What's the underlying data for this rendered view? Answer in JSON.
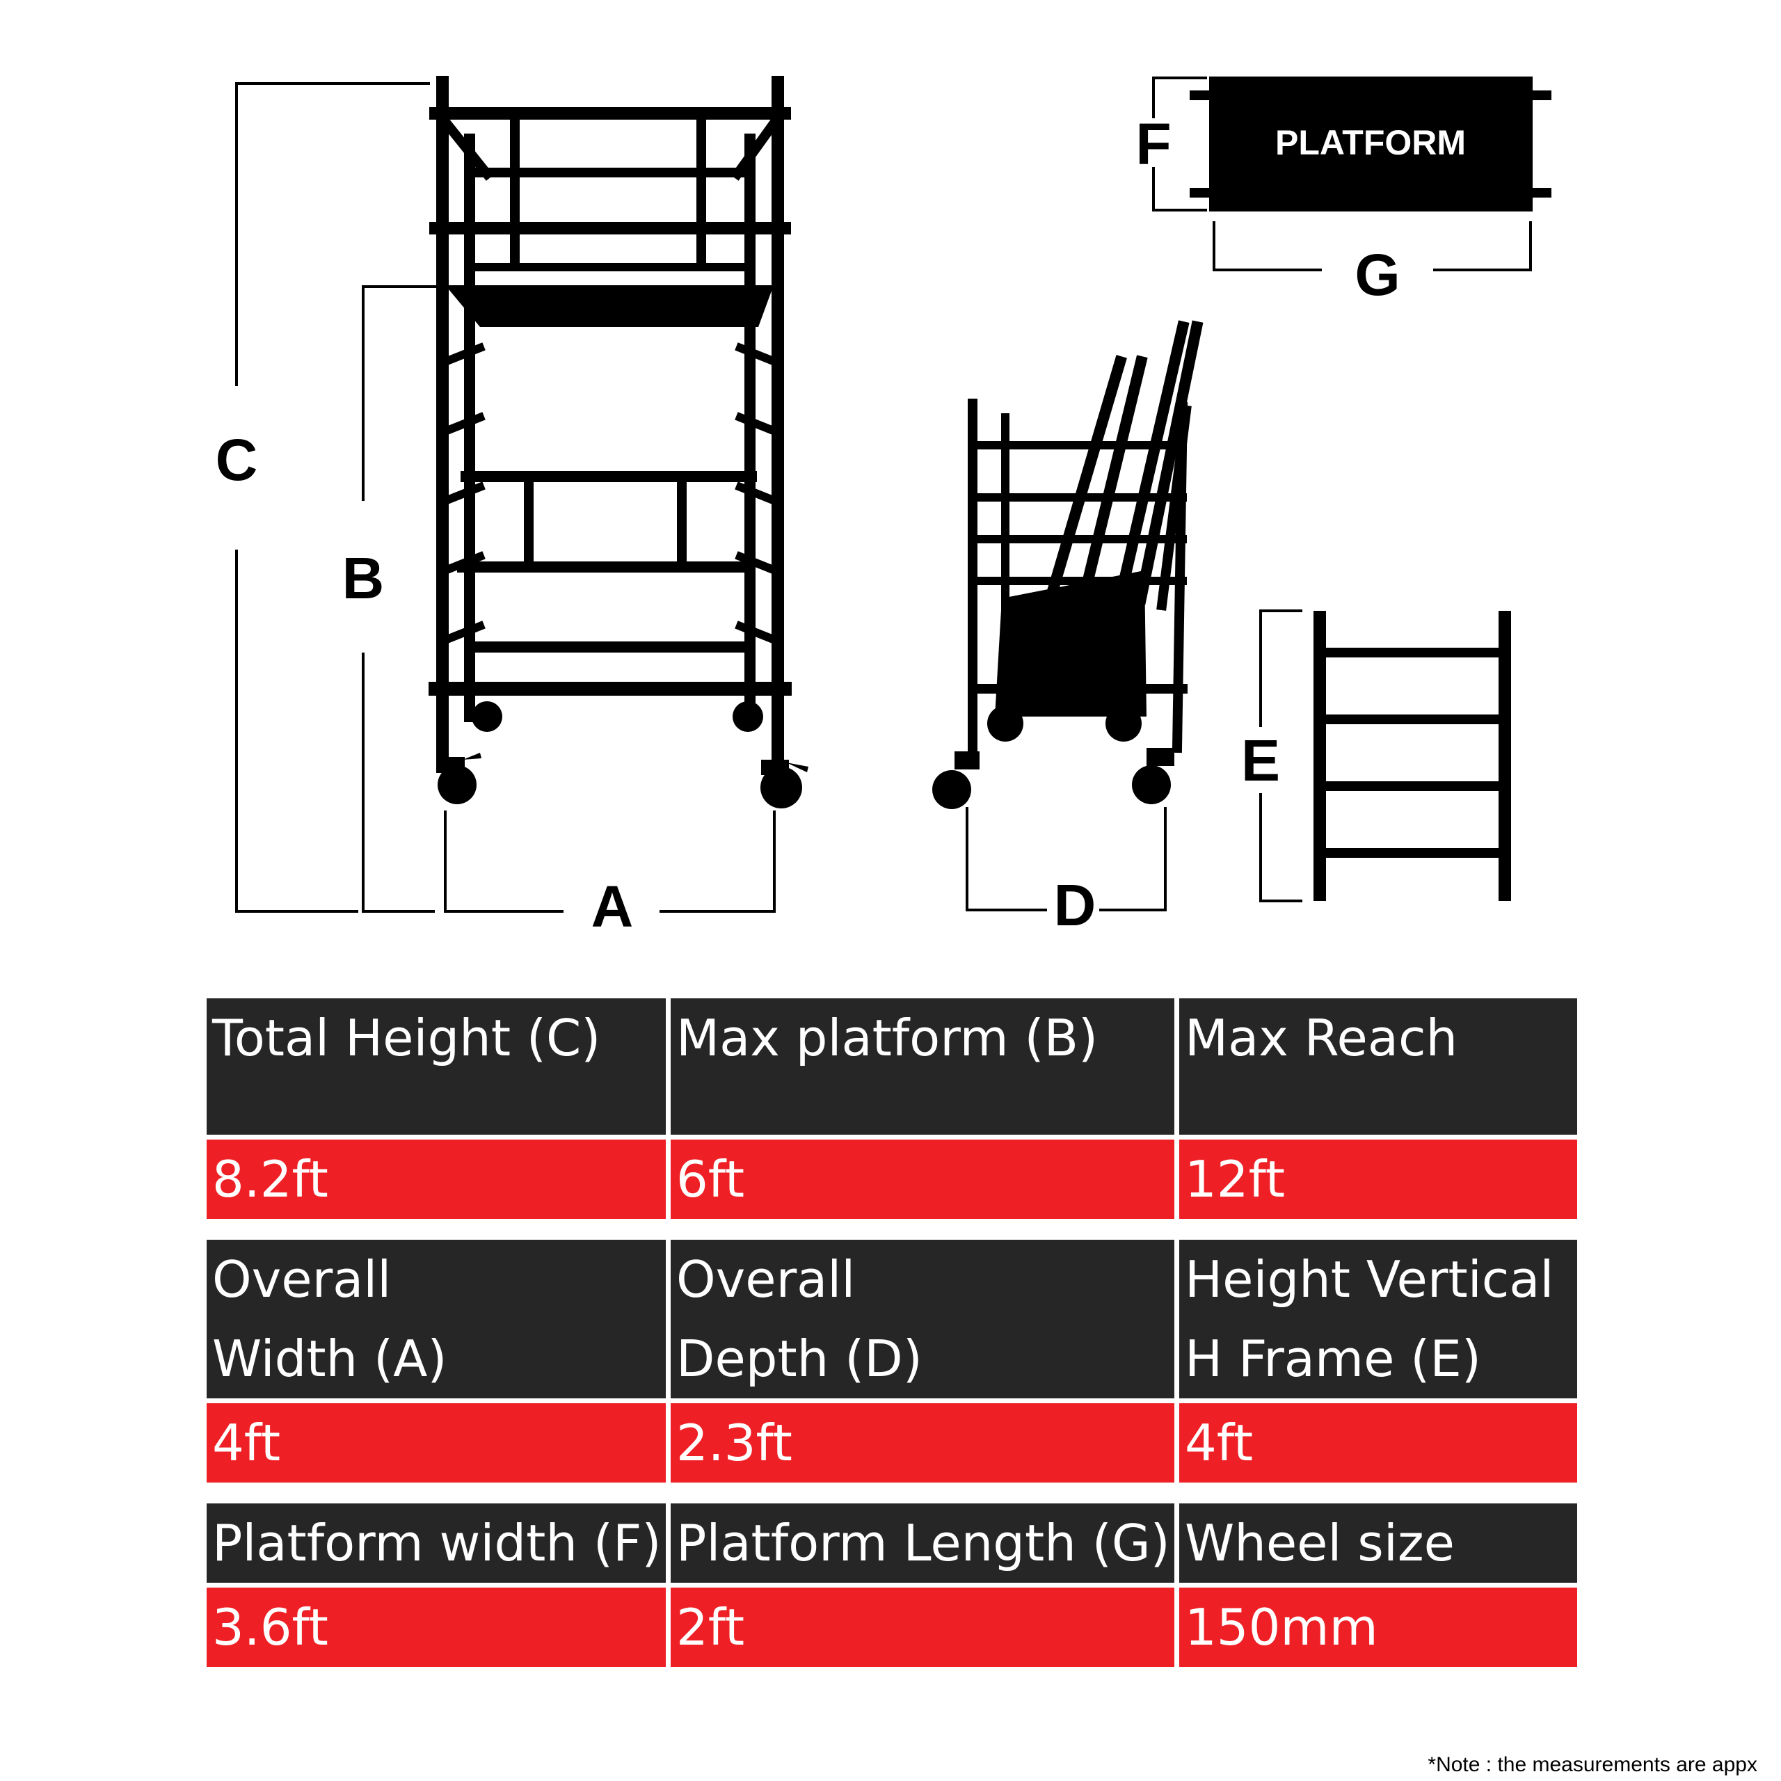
{
  "diagram": {
    "labels": {
      "a": "A",
      "b": "B",
      "c": "C",
      "d": "D",
      "e": "E",
      "f": "F",
      "g": "G"
    },
    "platform_label": "PLATFORM"
  },
  "specs": {
    "rows": [
      {
        "headers": [
          "Total Height (C)",
          "Max platform (B)",
          "Max Reach"
        ],
        "values": [
          "8.2ft",
          "6ft",
          "12ft"
        ]
      },
      {
        "headers": [
          "Overall\nWidth (A)",
          "Overall\nDepth (D)",
          "Height Vertical\nH Frame (E)"
        ],
        "values": [
          "4ft",
          "2.3ft",
          "4ft"
        ]
      },
      {
        "headers": [
          "Platform width (F)",
          "Platform Length (G)",
          "Wheel size"
        ],
        "values": [
          "3.6ft",
          "2ft",
          "150mm"
        ]
      }
    ]
  },
  "note": "*Note : the measurements are appx",
  "colors": {
    "header_bg": "#262626",
    "value_bg": "#ee2026",
    "text_on_cells": "#ffffff"
  }
}
